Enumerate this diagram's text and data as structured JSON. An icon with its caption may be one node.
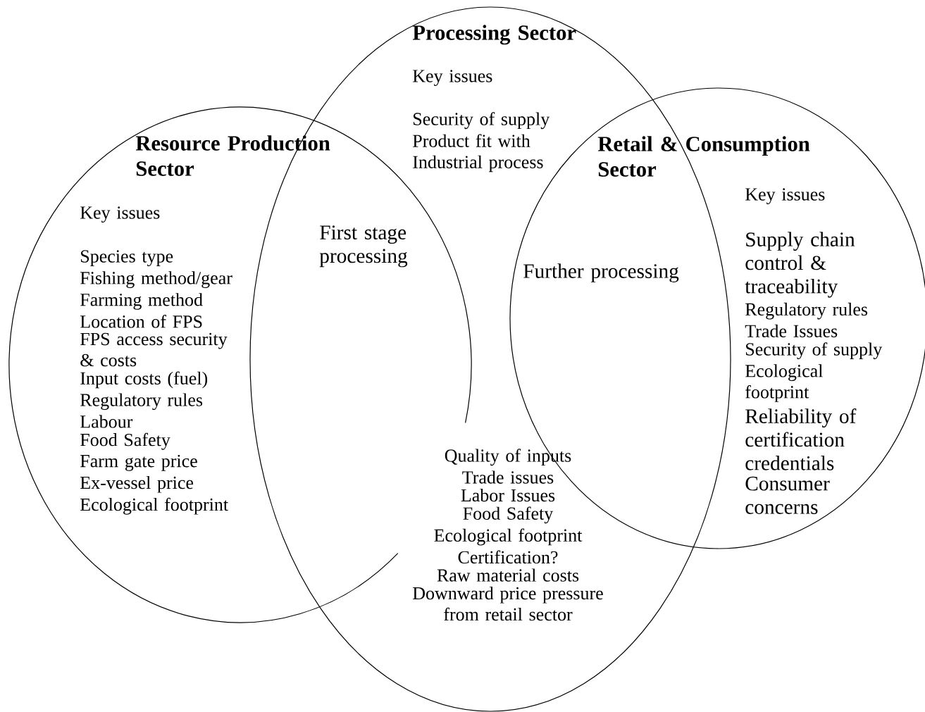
{
  "diagram": {
    "nodes": [
      {
        "text": [
          "Resource Production Sector",
          "Key issues",
          "Species type",
          "Fishing method/gear",
          "Farming method",
          "Location of FPS",
          "FPS access security & costs",
          "Input costs (fuel)",
          "Regulatory rules",
          "Labour",
          "Food Safety",
          "Farm gate price",
          "Ex-vessel price",
          "Ecological footprint"
        ]
      },
      {
        "text": [
          "Processing Sector",
          "Key issues",
          "Security of supply",
          "Product fit with Industrial process",
          "Quality of inputs",
          "Trade issues",
          "Labor Issues",
          "Food Safety",
          "Ecological footprint",
          "Certification?",
          "Raw material costs",
          "Downward price pressure from retail sector"
        ]
      },
      {
        "text": [
          "Retail & Consumption Sector",
          "Key issues",
          "Supply chain control & traceability",
          "Regulatory rules",
          "Trade Issues",
          "Security of supply",
          "Ecological footprint",
          "Reliability of certification credentials",
          "Consumer concerns"
        ]
      }
    ],
    "labels": [
      "First stage processing",
      "Further processing"
    ]
  }
}
